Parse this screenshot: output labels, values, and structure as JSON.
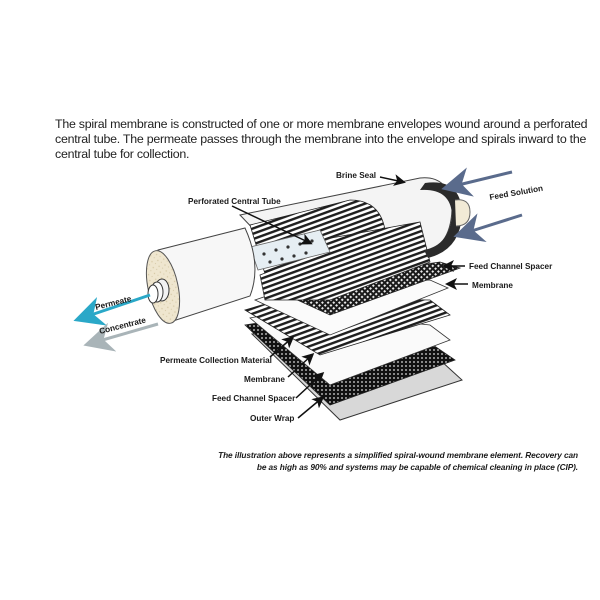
{
  "intro": {
    "lines": [
      "The spiral membrane is constructed of one or more membrane envelopes wound around a perforated",
      "central tube.  The permeate passes through the membrane into the envelope and spirals inward to the",
      "central tube for collection."
    ]
  },
  "diagram": {
    "labels": {
      "brine_seal": "Brine Seal",
      "feed_solution": "Feed Solution",
      "perforated_central_tube": "Perforated Central Tube",
      "feed_channel_spacer_top": "Feed Channel Spacer",
      "membrane_top": "Membrane",
      "permeate": "Permeate",
      "concentrate": "Concentrate",
      "permeate_collection_material": "Permeate Collection Material",
      "membrane_bottom": "Membrane",
      "feed_channel_spacer_bottom": "Feed Channel Spacer",
      "outer_wrap": "Outer Wrap"
    },
    "colors": {
      "permeate_arrow": "#2aa8c8",
      "concentrate_arrow": "#a9b4b8",
      "feed_arrow": "#5a6b8c",
      "brine_seal": "#2b2b2b",
      "end_cap": "#efe6cf"
    }
  },
  "caption": {
    "lines": [
      "The illustration above represents a simplified spiral-wound membrane element. Recovery can",
      "be as high as 90% and systems may be capable of chemical cleaning in place (CIP)."
    ]
  }
}
